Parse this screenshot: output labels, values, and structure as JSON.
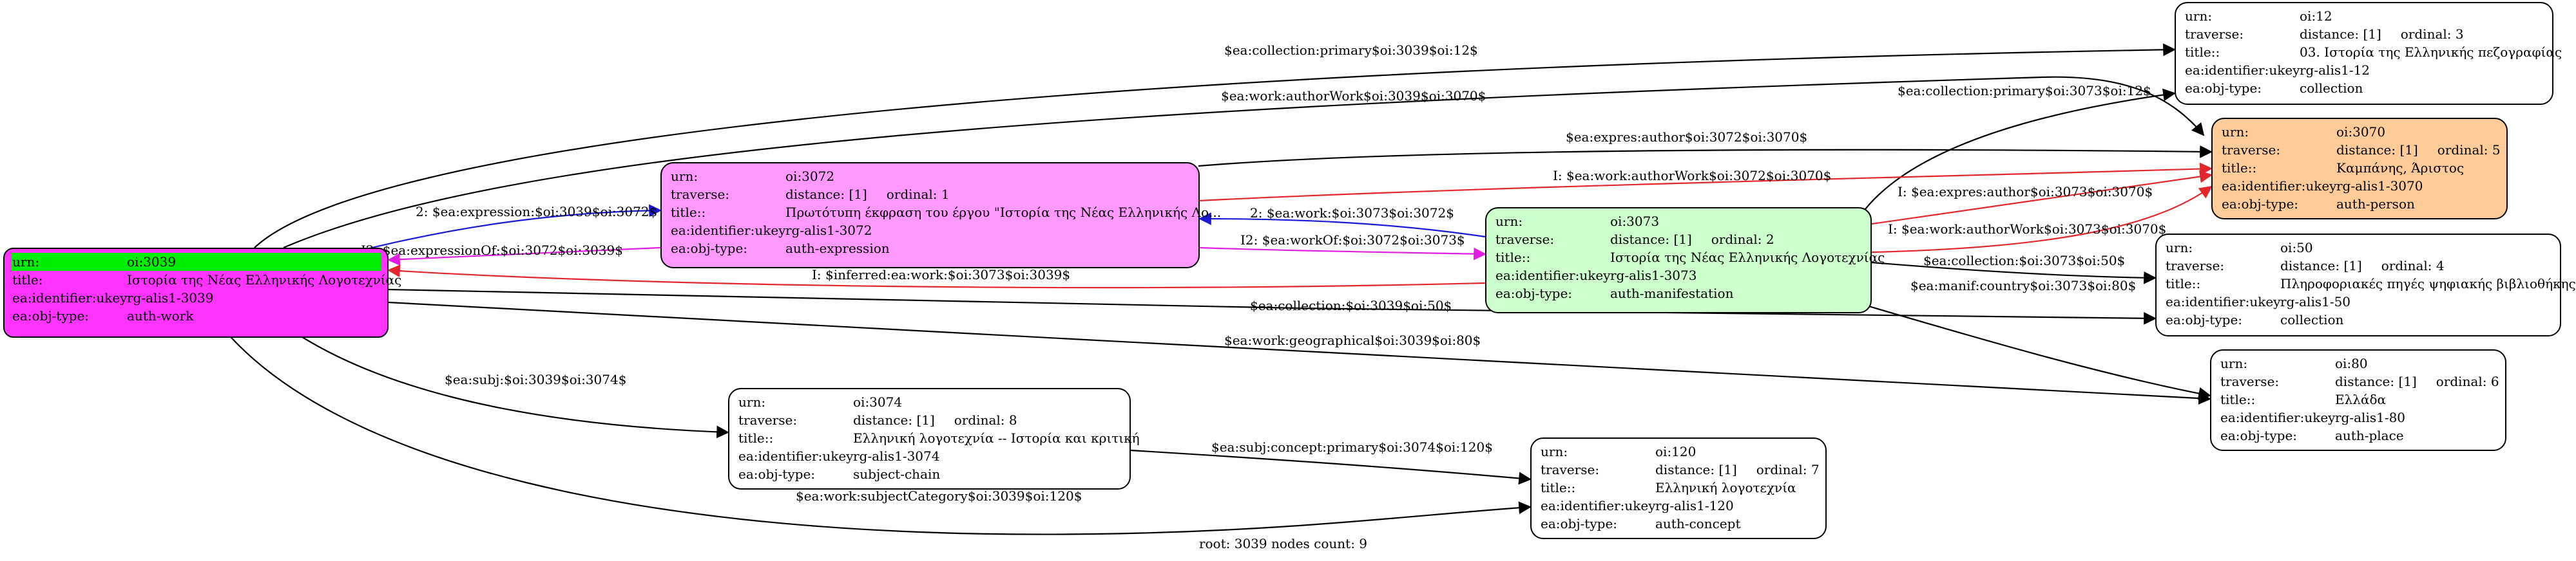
{
  "keys": {
    "urn": "urn:",
    "traverse": "traverse:",
    "title": "title::",
    "title_root": "title:",
    "ukey": "ea:identifier:ukey",
    "objtype": "ea:obj-type:"
  },
  "nodes": {
    "n3039": {
      "urn": "oi:3039",
      "title": "Ιστορία της Νέας Ελληνικής Λογοτεχνίας",
      "ukey": "rg-alis1-3039",
      "type": "auth-work"
    },
    "n3072": {
      "urn": "oi:3072",
      "distance": "distance: [1]",
      "ordinal": "ordinal: 1",
      "title": "Πρωτότυπη έκφραση του έργου \"Ιστορία της Νέας Ελληνικής Λο...",
      "ukey": "rg-alis1-3072",
      "type": "auth-expression"
    },
    "n3073": {
      "urn": "oi:3073",
      "distance": "distance: [1]",
      "ordinal": "ordinal: 2",
      "title": "Ιστορία της Νέας Ελληνικής Λογοτεχνίας",
      "ukey": "rg-alis1-3073",
      "type": "auth-manifestation"
    },
    "n12": {
      "urn": "oi:12",
      "distance": "distance: [1]",
      "ordinal": "ordinal: 3",
      "title": "03. Ιστορία της Ελληνικής πεζογραφίας",
      "ukey": "rg-alis1-12",
      "type": "collection"
    },
    "n3070": {
      "urn": "oi:3070",
      "distance": "distance: [1]",
      "ordinal": "ordinal: 5",
      "title": "Καμπάνης, Άριστος",
      "ukey": "rg-alis1-3070",
      "type": "auth-person"
    },
    "n50": {
      "urn": "oi:50",
      "distance": "distance: [1]",
      "ordinal": "ordinal: 4",
      "title": "Πληροφοριακές πηγές ψηφιακής βιβλιοθήκης",
      "ukey": "rg-alis1-50",
      "type": "collection"
    },
    "n80": {
      "urn": "oi:80",
      "distance": "distance: [1]",
      "ordinal": "ordinal: 6",
      "title": "Ελλάδα",
      "ukey": "rg-alis1-80",
      "type": "auth-place"
    },
    "n3074": {
      "urn": "oi:3074",
      "distance": "distance: [1]",
      "ordinal": "ordinal: 8",
      "title": "Ελληνική λογοτεχνία -- Ιστορία και κριτική",
      "ukey": "rg-alis1-3074",
      "type": "subject-chain"
    },
    "n120": {
      "urn": "oi:120",
      "distance": "distance: [1]",
      "ordinal": "ordinal: 7",
      "title": "Ελληνική λογοτεχνία",
      "ukey": "rg-alis1-120",
      "type": "auth-concept"
    }
  },
  "edges": [
    {
      "label": "$ea:collection:primary$oi:3039$oi:12$",
      "color": "#000000"
    },
    {
      "label": "$ea:work:authorWork$oi:3039$oi:3070$",
      "color": "#000000"
    },
    {
      "label": "$ea:collection:primary$oi:3073$oi:12$",
      "color": "#000000"
    },
    {
      "label": "$ea:expres:author$oi:3072$oi:3070$",
      "color": "#000000"
    },
    {
      "label": "I: $ea:work:authorWork$oi:3072$oi:3070$",
      "color": "#e3262b"
    },
    {
      "label": "2: $ea:expression:$oi:3039$oi:3072$",
      "color": "#1a1ad6"
    },
    {
      "label": "2: $ea:work:$oi:3073$oi:3072$",
      "color": "#1a1ad6"
    },
    {
      "label": "I: $ea:expres:author$oi:3073$oi:3070$",
      "color": "#e3262b"
    },
    {
      "label": "I: $ea:work:authorWork$oi:3073$oi:3070$",
      "color": "#e3262b"
    },
    {
      "label": "I2: $ea:expressionOf:$oi:3072$oi:3039$",
      "color": "#e21ee2"
    },
    {
      "label": "I2: $ea:workOf:$oi:3072$oi:3073$",
      "color": "#e21ee2"
    },
    {
      "label": "$ea:collection:$oi:3073$oi:50$",
      "color": "#000000"
    },
    {
      "label": "I: $inferred:ea:work:$oi:3073$oi:3039$",
      "color": "#e3262b"
    },
    {
      "label": "$ea:manif:country$oi:3073$oi:80$",
      "color": "#000000"
    },
    {
      "label": "$ea:collection:$oi:3039$oi:50$",
      "color": "#000000"
    },
    {
      "label": "$ea:work:geographical$oi:3039$oi:80$",
      "color": "#000000"
    },
    {
      "label": "$ea:subj:$oi:3039$oi:3074$",
      "color": "#000000"
    },
    {
      "label": "$ea:subj:concept:primary$oi:3074$oi:120$",
      "color": "#000000"
    },
    {
      "label": "$ea:work:subjectCategory$oi:3039$oi:120$",
      "color": "#000000"
    }
  ],
  "colors": {
    "root_fill": "#ff33ff",
    "root_header": "#00ee00",
    "expression_fill": "#ff99ff",
    "manifestation_fill": "#ccffcc",
    "person_fill": "#ffcc99",
    "default_fill": "#ffffff"
  },
  "footer": "root: 3039 nodes count: 9"
}
